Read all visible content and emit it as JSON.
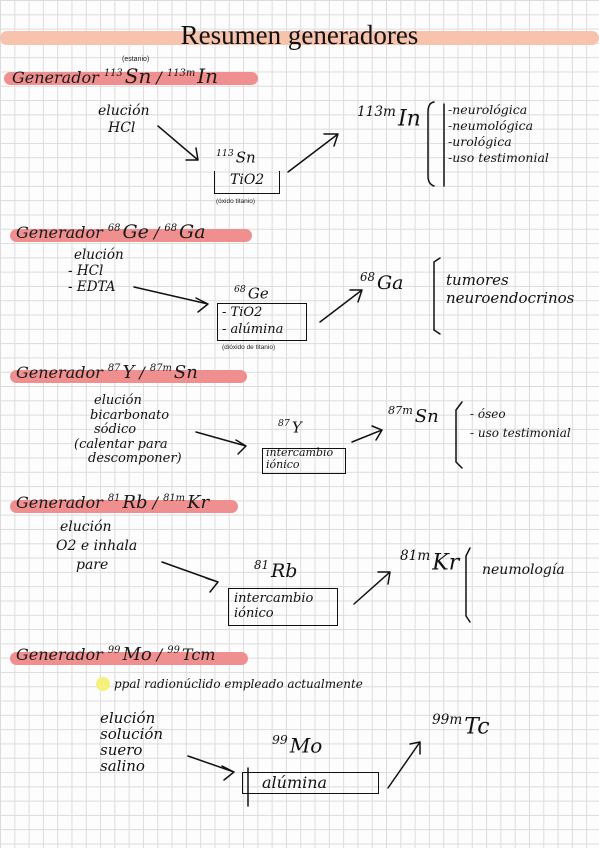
{
  "title": "Resumen generadores",
  "colors": {
    "highlight_title": "#f7c3ad",
    "highlight_section": "#f08f8f",
    "bullet_highlight": "#f4f27a",
    "ink": "#111111"
  },
  "sections": [
    {
      "header": {
        "word": "Generador",
        "parent_mass": "113",
        "parent_symbol": "Sn",
        "child_mass": "113m",
        "child_symbol": "In",
        "annotation": "(estanio)"
      },
      "elution": [
        "elución",
        "HCl"
      ],
      "column": {
        "mass": "113",
        "symbol": "Sn",
        "content": [
          "TiO2"
        ],
        "note": "(óxido titanio)"
      },
      "product": {
        "mass": "113m",
        "symbol": "In"
      },
      "uses": [
        "-neurológica",
        "-neumológica",
        "-urológica",
        "-uso testimonial"
      ]
    },
    {
      "header": {
        "word": "Generador",
        "parent_mass": "68",
        "parent_symbol": "Ge",
        "child_mass": "68",
        "child_symbol": "Ga"
      },
      "elution": [
        "elución",
        "- HCl",
        "- EDTA"
      ],
      "column": {
        "mass": "68",
        "symbol": "Ge",
        "content": [
          "- TiO2",
          "- alúmina"
        ],
        "note": "(dióxido de titanio)"
      },
      "product": {
        "mass": "68",
        "symbol": "Ga"
      },
      "uses": [
        "tumores",
        "neuroendocrinos"
      ]
    },
    {
      "header": {
        "word": "Generador",
        "parent_mass": "87",
        "parent_symbol": "Y",
        "child_mass": "87m",
        "child_symbol": "Sn"
      },
      "elution": [
        "elución",
        "bicarbonato",
        "sódico",
        "(calentar para",
        "descomponer)"
      ],
      "column": {
        "mass": "87",
        "symbol": "Y",
        "content": [
          "intercambio",
          "iónico"
        ]
      },
      "product": {
        "mass": "87m",
        "symbol": "Sn"
      },
      "uses": [
        "- óseo",
        "- uso testimonial"
      ]
    },
    {
      "header": {
        "word": "Generador",
        "parent_mass": "81",
        "parent_symbol": "Rb",
        "child_mass": "81m",
        "child_symbol": "Kr"
      },
      "elution": [
        "elución",
        "O2 e inhala",
        "pare"
      ],
      "column": {
        "mass": "81",
        "symbol": "Rb",
        "content": [
          "intercambio",
          "iónico"
        ]
      },
      "product": {
        "mass": "81m",
        "symbol": "Kr"
      },
      "uses": [
        "neumología"
      ]
    },
    {
      "header": {
        "word": "Generador",
        "parent_mass": "99",
        "parent_symbol": "Mo",
        "child_mass": "99",
        "child_symbol": "Tcm"
      },
      "bullet": "ppal radionúclido empleado actualmente",
      "elution": [
        "elución",
        "solución",
        "suero",
        "salino"
      ],
      "column": {
        "mass": "99",
        "symbol": "Mo",
        "content": [
          "alúmina"
        ]
      },
      "product": {
        "mass": "99m",
        "symbol": "Tc"
      },
      "uses": []
    }
  ]
}
